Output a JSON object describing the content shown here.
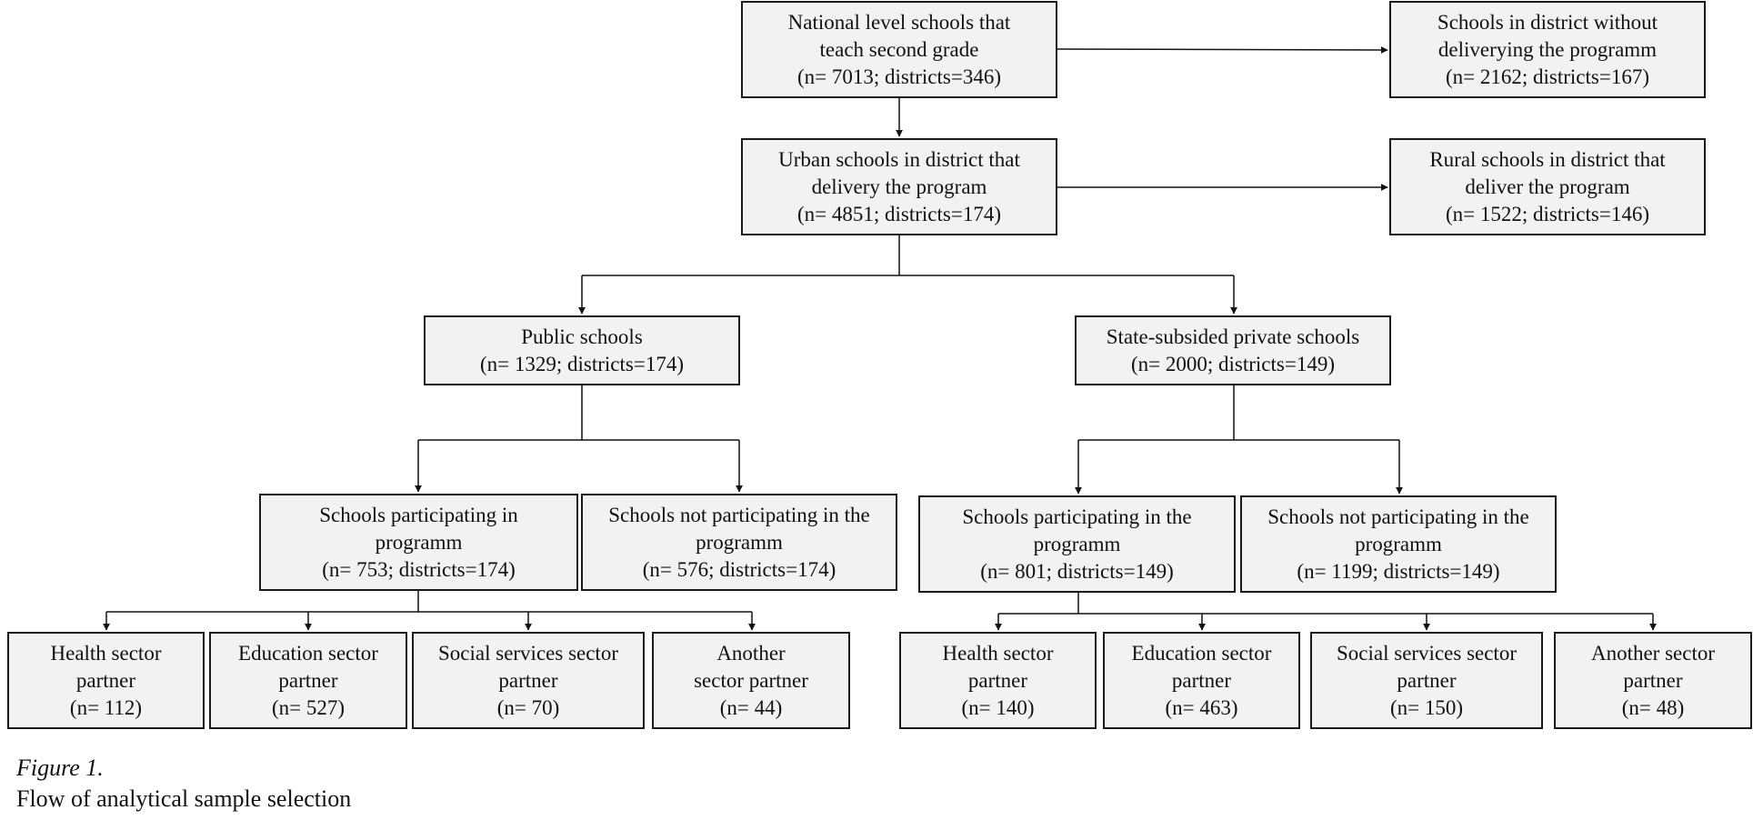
{
  "nodes": {
    "national": {
      "lines": [
        "National level schools that",
        "teach second grade",
        "(n= 7013; districts=346)"
      ]
    },
    "without": {
      "lines": [
        "Schools in district without",
        "deliverying  the programm",
        "(n= 2162; districts=167)"
      ]
    },
    "urban": {
      "lines": [
        "Urban schools in district that",
        "delivery  the program",
        "(n= 4851; districts=174)"
      ]
    },
    "rural": {
      "lines": [
        "Rural schools in district that",
        "deliver  the program",
        "(n= 1522; districts=146)"
      ]
    },
    "public": {
      "lines": [
        "Public schools",
        "(n= 1329; districts=174)"
      ]
    },
    "private": {
      "lines": [
        "State-subsided private schools",
        "(n= 2000; districts=149)"
      ]
    },
    "pub_part": {
      "lines": [
        "Schools participating  in",
        "programm",
        "(n= 753; districts=174)"
      ]
    },
    "pub_notpart": {
      "lines": [
        "Schools not participating  in the",
        "programm",
        "(n= 576; districts=174)"
      ]
    },
    "priv_part": {
      "lines": [
        "Schools participating  in the",
        "programm",
        "(n= 801; districts=149)"
      ]
    },
    "priv_notpart": {
      "lines": [
        "Schools not participating  in the",
        "programm",
        "(n= 1199; districts=149)"
      ]
    },
    "pub_health": {
      "lines": [
        "Health sector",
        "partner",
        "(n= 112)"
      ]
    },
    "pub_edu": {
      "lines": [
        "Education sector",
        "partner",
        "(n= 527)"
      ]
    },
    "pub_social": {
      "lines": [
        "Social services sector",
        "partner",
        "(n= 70)"
      ]
    },
    "pub_other": {
      "lines": [
        "Another",
        "sector partner",
        "(n= 44)"
      ]
    },
    "priv_health": {
      "lines": [
        "Health sector",
        "partner",
        "(n= 140)"
      ]
    },
    "priv_edu": {
      "lines": [
        "Education sector",
        "partner",
        "(n= 463)"
      ]
    },
    "priv_social": {
      "lines": [
        "Social services sector",
        "partner",
        "(n= 150)"
      ]
    },
    "priv_other": {
      "lines": [
        "Another sector",
        "partner",
        "(n= 48)"
      ]
    }
  },
  "caption": {
    "label": "Figure 1.",
    "title": "Flow of analytical  sample selection"
  }
}
